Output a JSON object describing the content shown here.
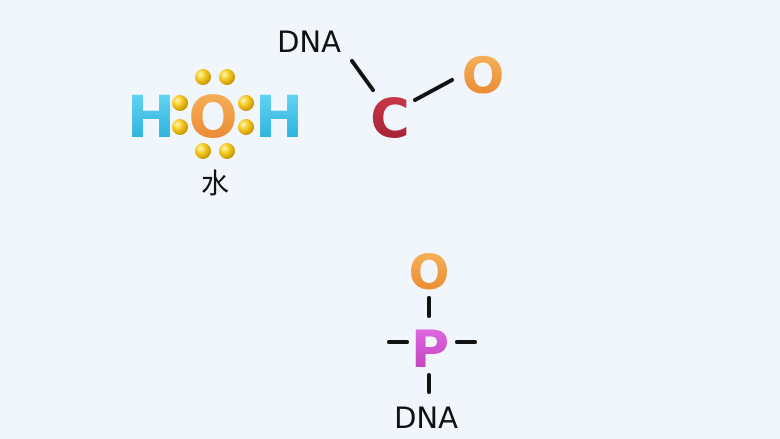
{
  "water": {
    "atoms": [
      "H",
      "O",
      "H"
    ],
    "caption": "水",
    "colors": {
      "hydrogen": "#35c6ee",
      "oxygen": "#f2993a",
      "electron": "#f0c419"
    }
  },
  "carbonyl": {
    "group_label": "DNA",
    "atoms": [
      "C",
      "O"
    ],
    "colors": {
      "carbon": "#b8283a",
      "oxygen": "#f2993a",
      "bond": "#111111"
    }
  },
  "phosphate": {
    "atoms": [
      "O",
      "P"
    ],
    "group_label": "DNA",
    "colors": {
      "phosphorus": "#d64fd6",
      "oxygen": "#f2993a",
      "bond": "#111111"
    }
  }
}
